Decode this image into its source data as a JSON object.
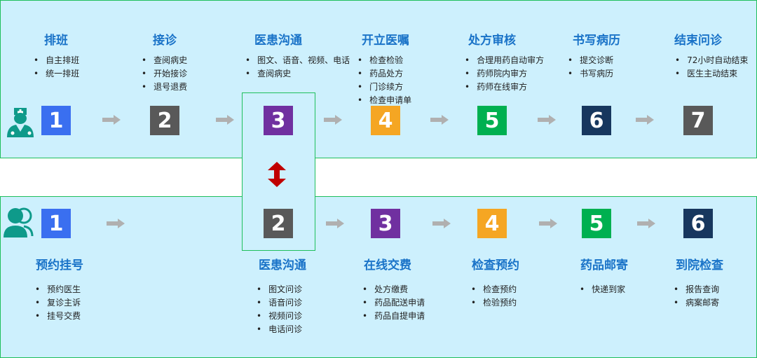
{
  "doctor_flow": {
    "steps": [
      {
        "num": "1",
        "title": "排班",
        "color": "#3a6ff0",
        "items": [
          "自主排班",
          "统一排班"
        ]
      },
      {
        "num": "2",
        "title": "接诊",
        "color": "#595959",
        "items": [
          "查阅病史",
          "开始接诊",
          "退号退费"
        ]
      },
      {
        "num": "3",
        "title": "医患沟通",
        "color": "#7030a0",
        "items": [
          "图文、语音、视频、电话",
          "查阅病史"
        ]
      },
      {
        "num": "4",
        "title": "开立医嘱",
        "color": "#f5a623",
        "items": [
          "检查检验",
          "药品处方",
          "门诊续方",
          "检查申请单"
        ]
      },
      {
        "num": "5",
        "title": "处方审核",
        "color": "#00b050",
        "items": [
          "合理用药自动审方",
          "药师院内审方",
          "药师在线审方"
        ]
      },
      {
        "num": "6",
        "title": "书写病历",
        "color": "#17375e",
        "items": [
          "提交诊断",
          "书写病历"
        ]
      },
      {
        "num": "7",
        "title": "结束问诊",
        "color": "#595959",
        "items": [
          "72小时自动结束",
          "医生主动结束"
        ]
      }
    ]
  },
  "patient_flow": {
    "steps": [
      {
        "num": "1",
        "title": "预约挂号",
        "color": "#3a6ff0",
        "items": [
          "预约医生",
          "复诊主诉",
          "挂号交费"
        ]
      },
      {
        "num": "2",
        "title": "医患沟通",
        "color": "#595959",
        "items": [
          "图文问诊",
          "语音问诊",
          "视频问诊",
          "电话问诊"
        ]
      },
      {
        "num": "3",
        "title": "在线交费",
        "color": "#7030a0",
        "items": [
          "处方缴费",
          "药品配送申请",
          "药品自提申请"
        ]
      },
      {
        "num": "4",
        "title": "检查预约",
        "color": "#f5a623",
        "items": [
          "检查预约",
          "检验预约"
        ]
      },
      {
        "num": "5",
        "title": "药品邮寄",
        "color": "#00b050",
        "items": [
          "快递到家"
        ]
      },
      {
        "num": "6",
        "title": "到院检查",
        "color": "#17375e",
        "items": [
          "报告查询",
          "病案邮寄"
        ]
      }
    ]
  },
  "colors": {
    "arrow": "#b0b0b0",
    "sync_arrow": "#c00000",
    "icon": "#0e9a8a"
  },
  "icons": {
    "doctor": "doctor-icon",
    "patient": "patient-icon",
    "sync": "double-arrow-icon"
  }
}
